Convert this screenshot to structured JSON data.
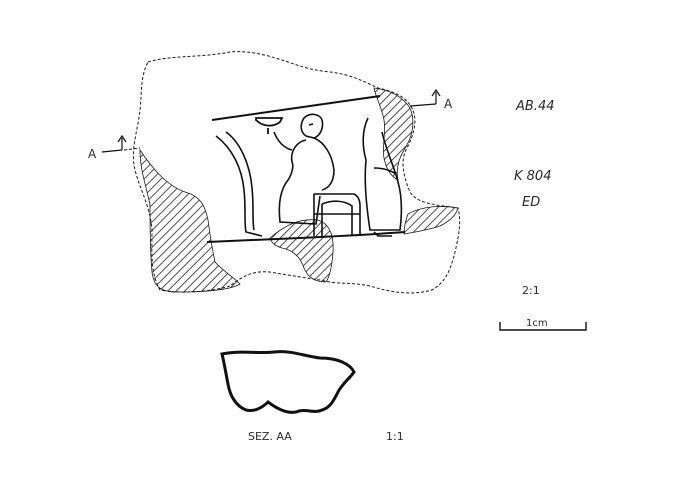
{
  "labels": {
    "section_marker_left": "A",
    "section_marker_right": "A",
    "catalog_code": "AB.44",
    "object_number": "K 804",
    "period": "ED",
    "scale_ratio": "2:1",
    "scale_bar_label": "1cm",
    "section_caption": "SEZ. AA",
    "section_scale": "1:1"
  },
  "colors": {
    "ink": "#1a1a1a",
    "hatch": "#222222",
    "background": "#ffffff"
  }
}
